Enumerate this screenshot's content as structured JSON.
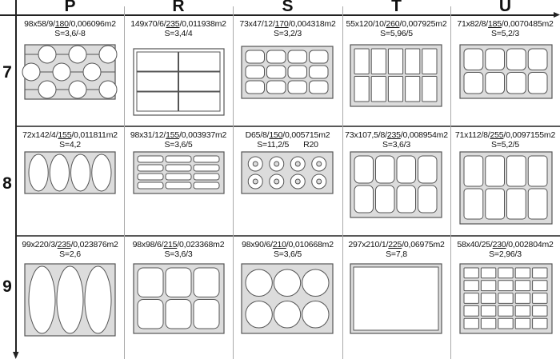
{
  "columns": [
    "P",
    "R",
    "S",
    "T",
    "U"
  ],
  "rows": [
    {
      "label": "7",
      "cells": [
        {
          "pre": "98x58/9/",
          "u": "180",
          "post": "/0,006096m2",
          "s": "S=3,6/-8"
        },
        {
          "pre": "149x70/6/",
          "u": "235",
          "post": "/0,011938m2",
          "s": "S=3,4/4"
        },
        {
          "pre": "73x47/12/",
          "u": "170",
          "post": "/0,004318m2",
          "s": "S=3,2/3"
        },
        {
          "pre": "55x120/10/",
          "u": "260",
          "post": "/0,007925m2",
          "s": "S=5,96/5"
        },
        {
          "pre": "71x82/8/",
          "u": "185",
          "post": "/0,0070485m2",
          "s": "S=5,2/3"
        }
      ]
    },
    {
      "label": "8",
      "cells": [
        {
          "pre": "72x142/4/",
          "u": "155",
          "post": "/0,011811m2",
          "s": "S=4,2"
        },
        {
          "pre": "98x31/12/",
          "u": "155",
          "post": "/0,003937m2",
          "s": "S=3,6/5"
        },
        {
          "pre": "D65/8/",
          "u": "150",
          "post": "/0,005715m2",
          "s": "S=11,2/5",
          "extra": "R20"
        },
        {
          "pre": "73x107,5/8/",
          "u": "235",
          "post": "/0,008954m2",
          "s": "S=3,6/3"
        },
        {
          "pre": "71x112/8/",
          "u": "255",
          "post": "/0,0097155m2",
          "s": "S=5,2/5"
        }
      ]
    },
    {
      "label": "9",
      "cells": [
        {
          "pre": "99x220/3/",
          "u": "235",
          "post": "/0,023876m2",
          "s": "S=2,6"
        },
        {
          "pre": "98x98/6/",
          "u": "215",
          "post": "/0,023368m2",
          "s": "S=3,6/3"
        },
        {
          "pre": "98x90/6/",
          "u": "210",
          "post": "/0,010668m2",
          "s": "S=3,6/5"
        },
        {
          "pre": "297x210/1/",
          "u": "225",
          "post": "/0,06975m2",
          "s": "S=7,8"
        },
        {
          "pre": "58x40/25/",
          "u": "230",
          "post": "/0,002804m2",
          "s": "S=2,96/3"
        }
      ]
    }
  ],
  "colors": {
    "tray": "#dcdcdc",
    "outline": "#555555",
    "axis": "#222222",
    "separator": "#aaaaaa"
  }
}
